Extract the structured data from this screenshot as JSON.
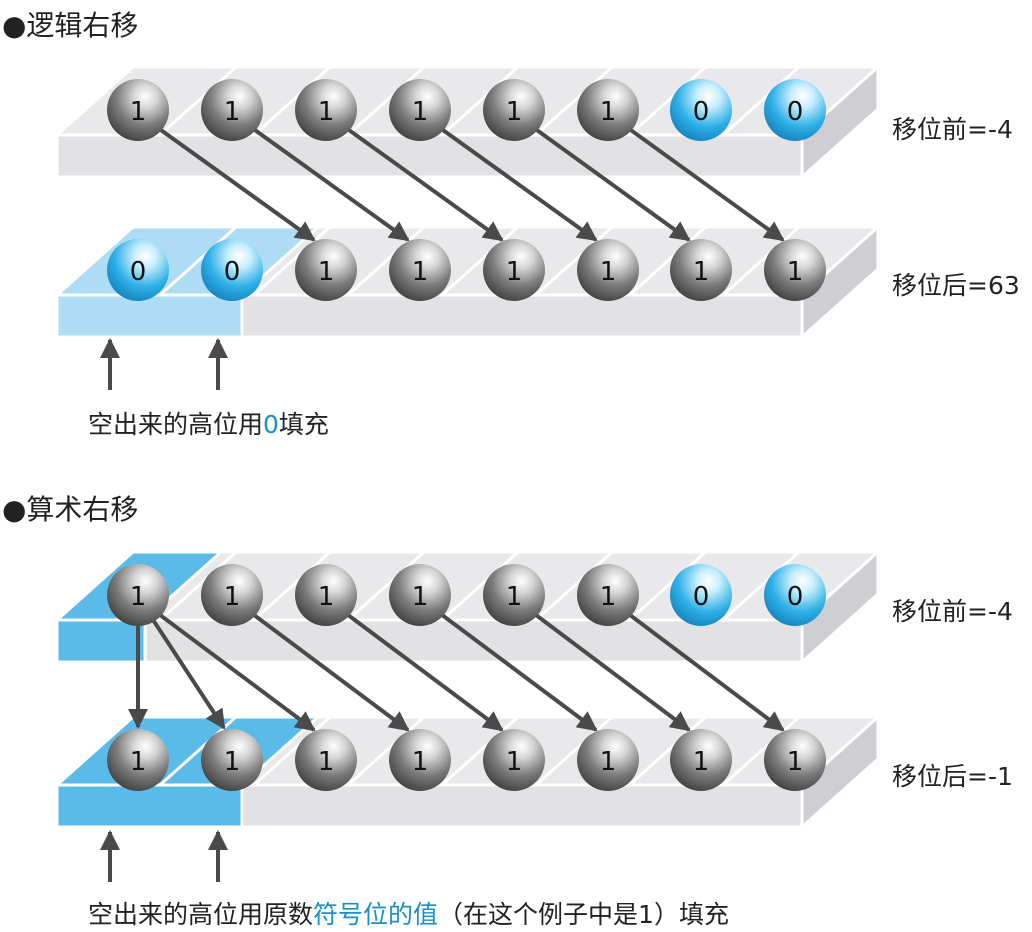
{
  "colors": {
    "blue_text": "#1a8fc8",
    "fill_light": "#aedcf4",
    "fill_strong": "#5bbbe8",
    "tray_top": "#e9e9ec",
    "tray_front": "#e2e2e5",
    "tray_side": "#cfcfd3",
    "arrow": "#4a4a4a"
  },
  "sections": [
    {
      "title": "●逻辑右移",
      "before": {
        "label": "移位前=-4",
        "bits": [
          "1",
          "1",
          "1",
          "1",
          "1",
          "1",
          "0",
          "0"
        ]
      },
      "after": {
        "label": "移位后=63",
        "bits": [
          "0",
          "0",
          "1",
          "1",
          "1",
          "1",
          "1",
          "1"
        ]
      },
      "caption": {
        "pre": "空出来的高位用",
        "hl": "0",
        "post": "填充"
      }
    },
    {
      "title": "●算术右移",
      "before": {
        "label": "移位前=-4",
        "bits": [
          "1",
          "1",
          "1",
          "1",
          "1",
          "1",
          "0",
          "0"
        ]
      },
      "after": {
        "label": "移位后=-1",
        "bits": [
          "1",
          "1",
          "1",
          "1",
          "1",
          "1",
          "1",
          "1"
        ]
      },
      "caption": {
        "pre": "空出来的高位用原数",
        "hl": "符号位的值",
        "post": "（在这个例子中是1）填充"
      }
    }
  ]
}
